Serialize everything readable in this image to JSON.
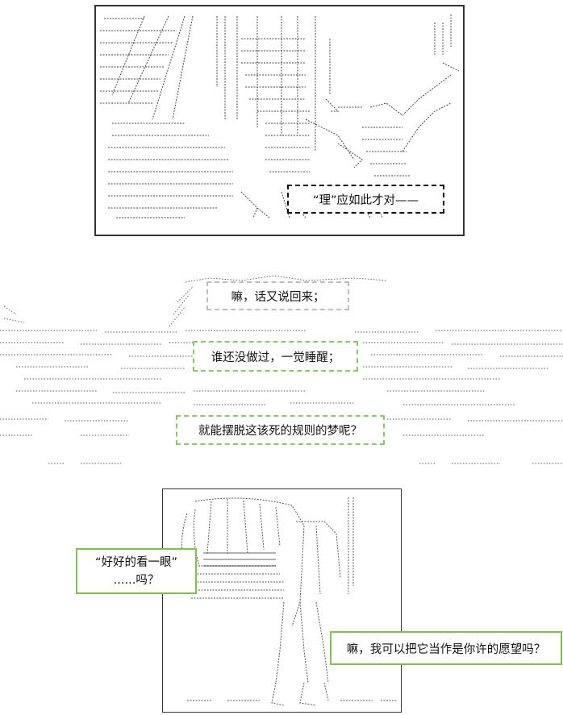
{
  "bubbles": {
    "top_panel": "“理”应如此才对——",
    "middle_1": "嘛，话又说回来；",
    "middle_2": "谁还没做过，一觉睡醒；",
    "middle_3": "就能摆脱这该死的规则的梦呢？",
    "bottom_left_line1": "“好好的看一眼”",
    "bottom_left_line2": "......吗？",
    "bottom_right": "嘛，我可以把它当作是你许的愿望吗？"
  },
  "colors": {
    "ink": "#333333",
    "gray_border": "#bdbdbd",
    "green_border": "#7fbf55",
    "dark_border": "#111111"
  }
}
